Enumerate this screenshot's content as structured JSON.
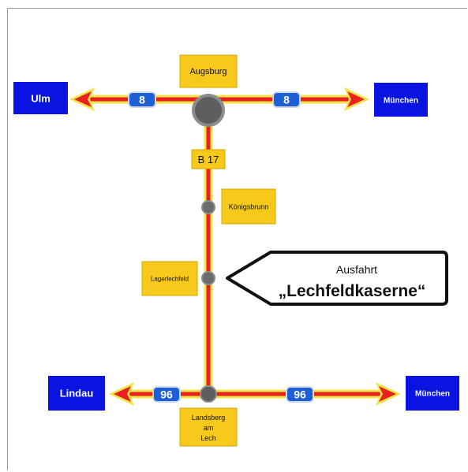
{
  "colors": {
    "road_fill": "#e8211f",
    "road_edge": "#f5e34a",
    "city_blue": "#0a14e0",
    "town_yellow": "#f7c91a",
    "shield_blue": "#1f5fd6",
    "node_gray": "#6b6b6b"
  },
  "places": {
    "augsburg": "Augsburg",
    "ulm": "Ulm",
    "muenchen_top": "München",
    "koenigsbrunn": "Königsbrunn",
    "lagerlechfeld": "Lagerlechfeld",
    "lindau": "Lindau",
    "muenchen_bottom": "München",
    "landsberg_1": "Landsberg",
    "landsberg_2": "am",
    "landsberg_3": "Lech"
  },
  "roads": {
    "a8_west": "8",
    "a8_east": "8",
    "b17": "B 17",
    "a96_west": "96",
    "a96_east": "96"
  },
  "callout": {
    "line1": "Ausfahrt",
    "line2": "„Lechfeldkaserne“"
  }
}
